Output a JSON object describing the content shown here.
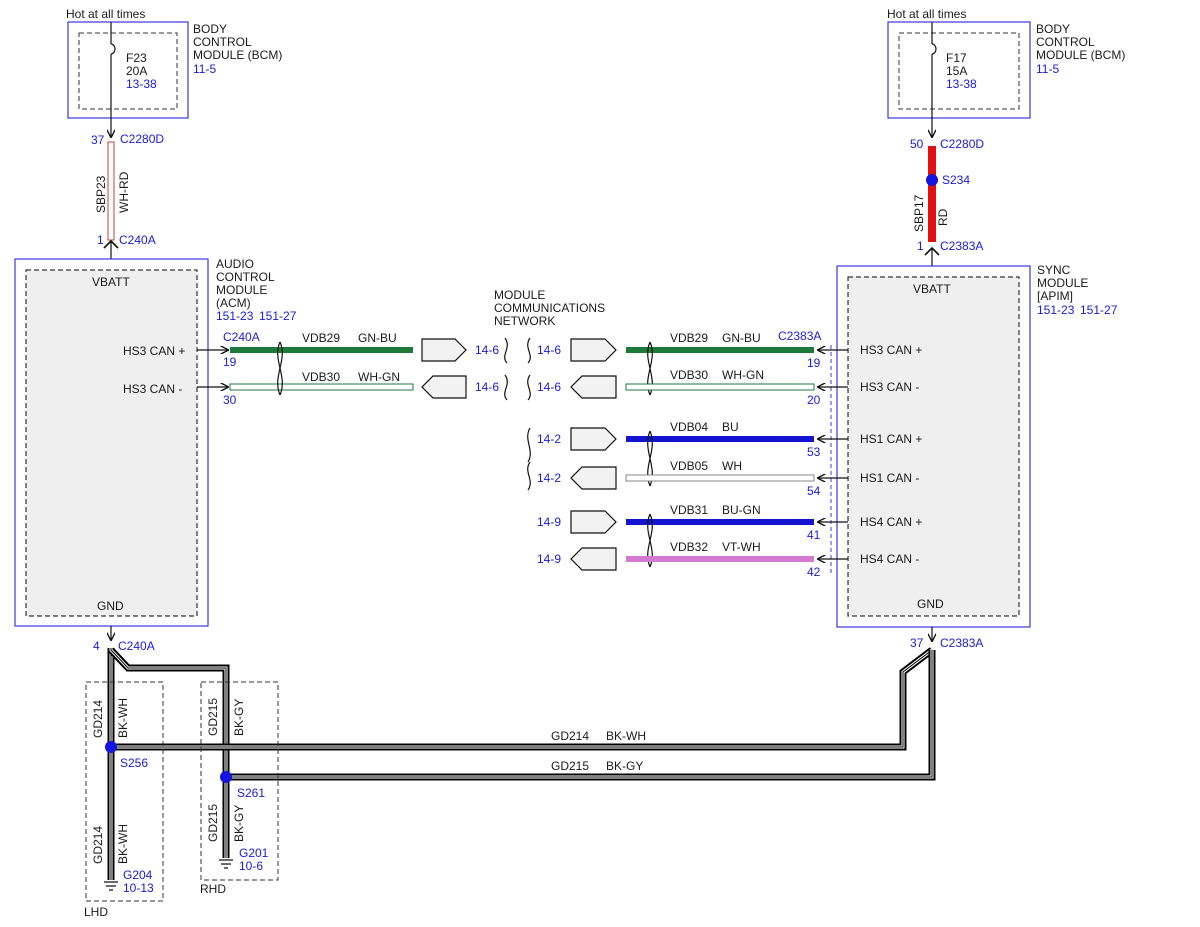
{
  "colors": {
    "accent_blue": "#1a1ad6",
    "green_wire": "#1e7a3a",
    "red_wire": "#e01010",
    "blue_wire": "#1414d0",
    "violet_wire": "#d27ad2",
    "ground_wire": "#000000"
  },
  "fuses": {
    "left": {
      "hot": "Hot at all times",
      "fuse": "F23",
      "rating": "20A",
      "page": "13-38",
      "module_line1": "BODY",
      "module_line2": "CONTROL",
      "module_line3": "MODULE (BCM)",
      "module_page": "11-5"
    },
    "right": {
      "hot": "Hot at all times",
      "fuse": "F17",
      "rating": "15A",
      "page": "13-38",
      "module_line1": "BODY",
      "module_line2": "CONTROL",
      "module_line3": "MODULE (BCM)",
      "module_page": "11-5"
    }
  },
  "left_feed": {
    "pin_top": "37",
    "conn_top": "C2280D",
    "circuit": "SBP23",
    "color": "WH-RD",
    "pin_bot": "1",
    "conn_bot": "C240A"
  },
  "right_feed": {
    "pin_top": "50",
    "conn_top": "C2280D",
    "splice": "S234",
    "circuit": "SBP17",
    "color": "RD",
    "pin_bot": "1",
    "conn_bot": "C2383A"
  },
  "acm": {
    "name_line1": "AUDIO",
    "name_line2": "CONTROL",
    "name_line3": "MODULE",
    "name_line4": "(ACM)",
    "page1": "151-23",
    "page2": "151-27",
    "vbatt": "VBATT",
    "gnd": "GND",
    "pin_can_plus": "HS3 CAN +",
    "pin_can_minus": "HS3 CAN -",
    "conn": "C240A",
    "pin19": "19",
    "pin30": "30",
    "w1_circuit": "VDB29",
    "w1_color": "GN-BU",
    "w2_circuit": "VDB30",
    "w2_color": "WH-GN",
    "ref1": "14-6",
    "ref2": "14-6"
  },
  "network": {
    "line1": "MODULE",
    "line2": "COMMUNICATIONS",
    "line3": "NETWORK"
  },
  "sync": {
    "name_line1": "SYNC",
    "name_line2": "MODULE",
    "name_line3": "[APIM]",
    "page1": "151-23",
    "page2": "151-27",
    "vbatt": "VBATT",
    "gnd": "GND",
    "conn": "C2383A",
    "wires": [
      {
        "ref": "14-6",
        "circuit": "VDB29",
        "color": "GN-BU",
        "pin": "19",
        "label": "HS3 CAN +"
      },
      {
        "ref": "14-6",
        "circuit": "VDB30",
        "color": "WH-GN",
        "pin": "20",
        "label": "HS3 CAN -"
      },
      {
        "ref": "14-2",
        "circuit": "VDB04",
        "color": "BU",
        "pin": "53",
        "label": "HS1 CAN +"
      },
      {
        "ref": "14-2",
        "circuit": "VDB05",
        "color": "WH",
        "pin": "54",
        "label": "HS1 CAN -"
      },
      {
        "ref": "14-9",
        "circuit": "VDB31",
        "color": "BU-GN",
        "pin": "41",
        "label": "HS4 CAN +"
      },
      {
        "ref": "14-9",
        "circuit": "VDB32",
        "color": "VT-WH",
        "pin": "42",
        "label": "HS4 CAN -"
      }
    ]
  },
  "grounds": {
    "acm_pin": "4",
    "acm_conn": "C240A",
    "sync_pin": "37",
    "sync_conn": "C2383A",
    "lhd": {
      "circuit": "GD214",
      "color": "BK-WH",
      "splice": "S256",
      "ground": "G204",
      "page": "10-13",
      "label": "LHD"
    },
    "rhd": {
      "circuit": "GD215",
      "color": "BK-GY",
      "splice": "S261",
      "ground": "G201",
      "page": "10-6",
      "label": "RHD"
    },
    "run1_circuit": "GD214",
    "run1_color": "BK-WH",
    "run2_circuit": "GD215",
    "run2_color": "BK-GY"
  }
}
